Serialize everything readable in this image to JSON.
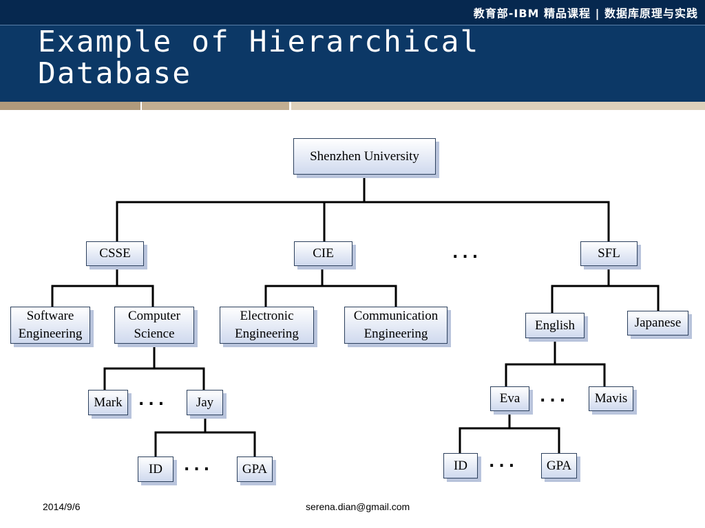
{
  "header": {
    "brand": "教育部-IBM 精品课程 | 数据库原理与实践",
    "title": "Example of Hierarchical Database"
  },
  "diagram": {
    "root": "Shenzhen University",
    "colleges": {
      "csse": "CSSE",
      "cie": "CIE",
      "sfl": "SFL",
      "ellipsis": "..."
    },
    "departments": {
      "software_engineering": "Software\nEngineering",
      "computer_science": "Computer\nScience",
      "electronic_engineering": "Electronic\nEngineering",
      "communication_engineering": "Communication\nEngineering",
      "english": "English",
      "japanese": "Japanese"
    },
    "students": {
      "mark": "Mark",
      "jay": "Jay",
      "eva": "Eva",
      "mavis": "Mavis",
      "ellipsis_cs": "...",
      "ellipsis_en": "..."
    },
    "fields": {
      "jay_id": "ID",
      "jay_gpa": "GPA",
      "eva_id": "ID",
      "eva_gpa": "GPA",
      "ellipsis_jay": "...",
      "ellipsis_eva": "..."
    }
  },
  "footer": {
    "date": "2014/9/6",
    "email": "serena.dian@gmail.com"
  },
  "colors": {
    "header_bg": "#0c3866",
    "node_border": "#2b3f5c",
    "node_fill_bottom": "#cfd9ee",
    "stripe_dark": "#b09a7c",
    "stripe_light": "#d9cbb5"
  }
}
